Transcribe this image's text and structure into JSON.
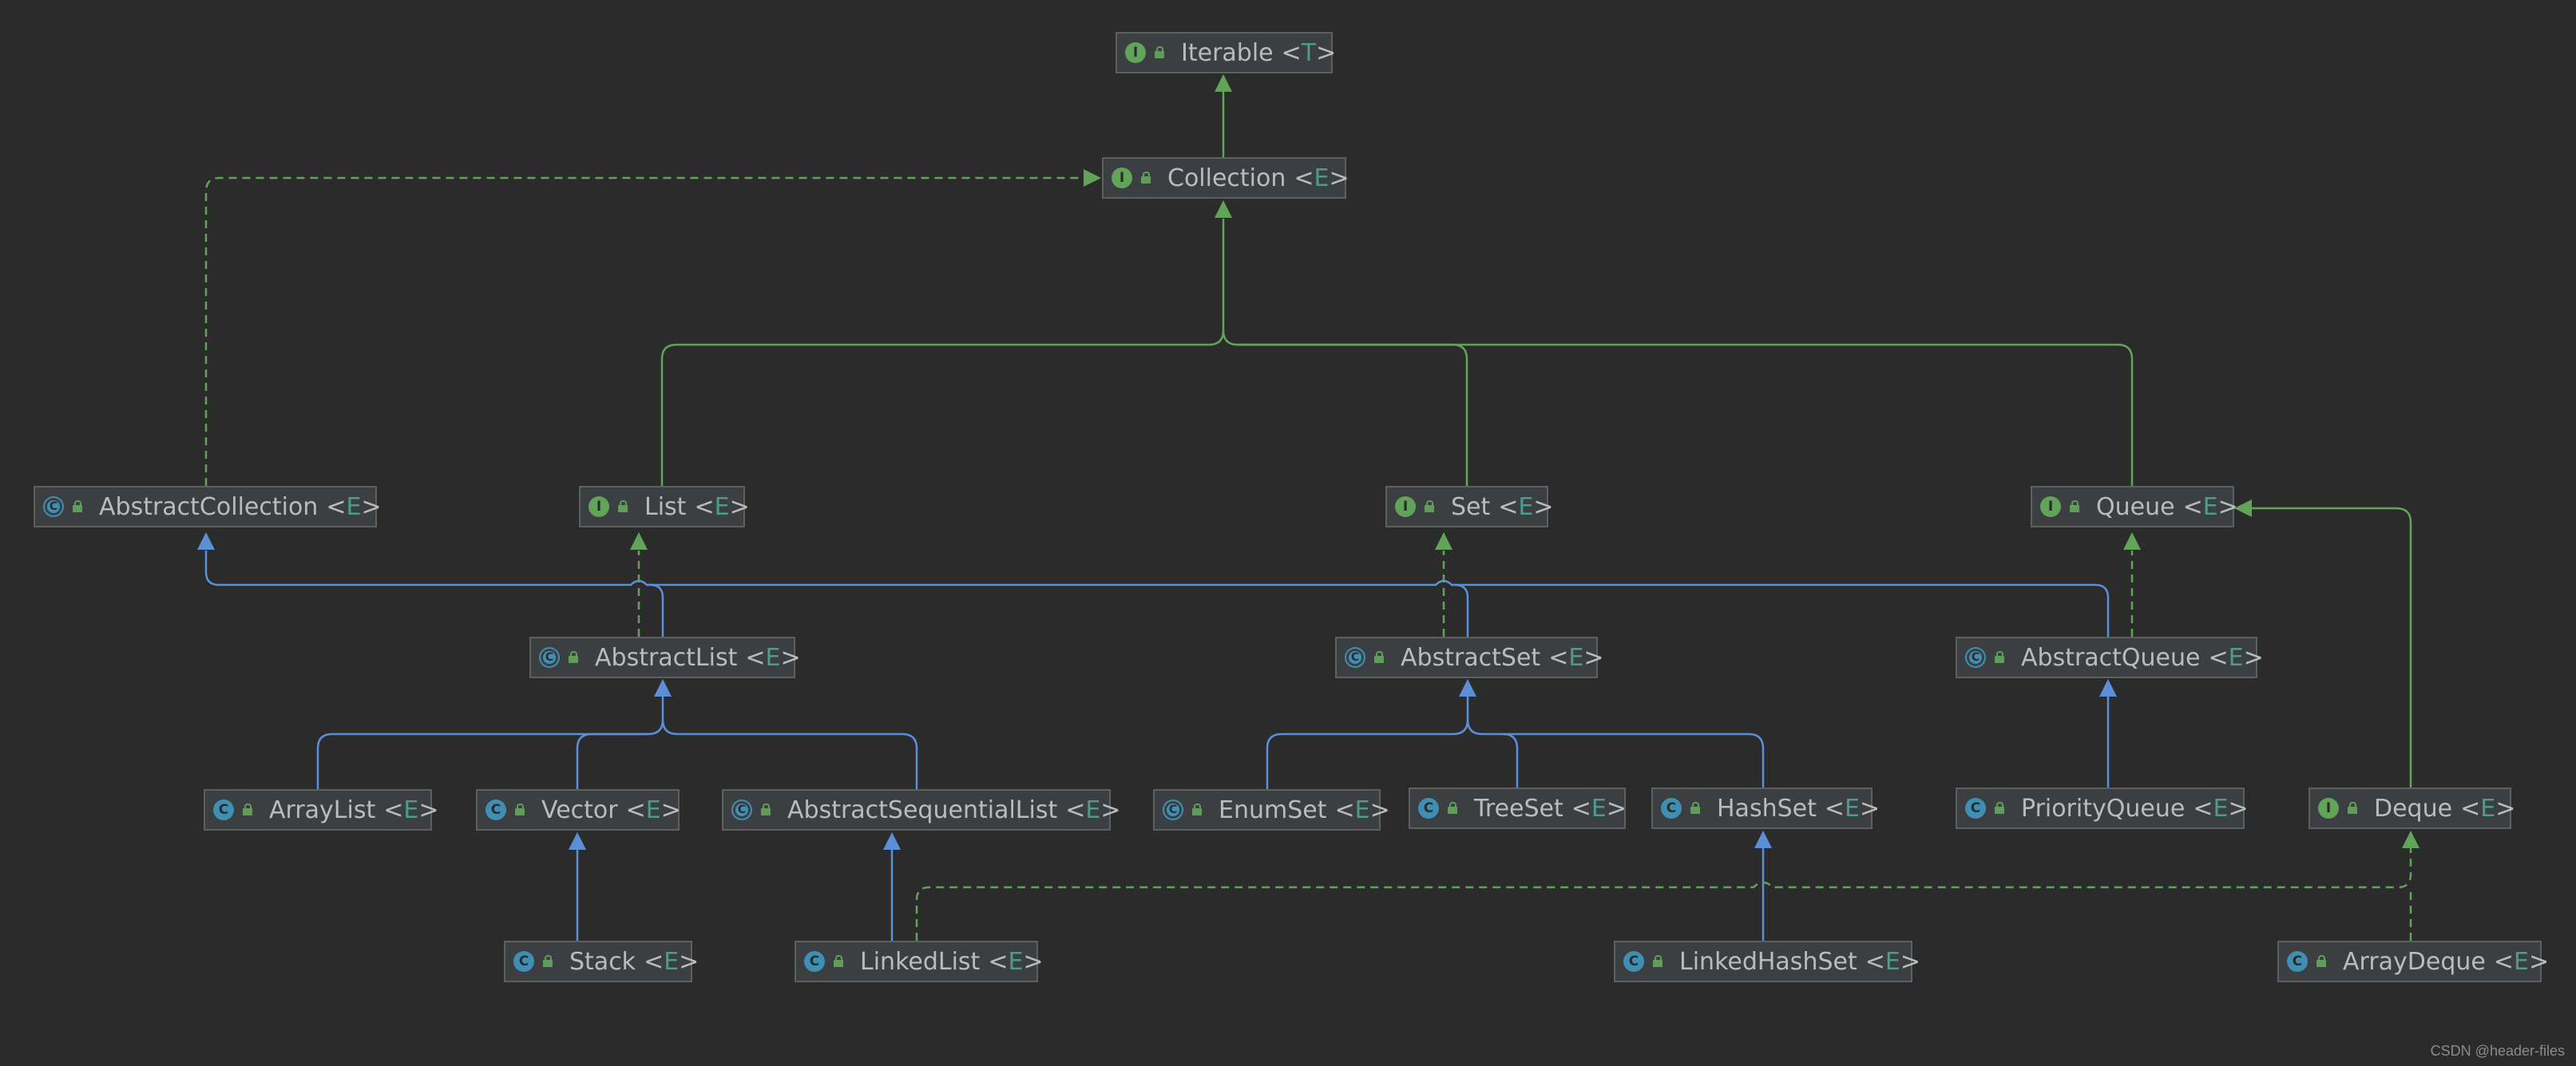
{
  "colors": {
    "background": "#2b2b2b",
    "node_fill": "#3c3f41",
    "node_border": "#5e6060",
    "text": "#bbbbbb",
    "type_param": "#4e9a8c",
    "interface_icon": "#62a35a",
    "class_icon": "#3f8fb4",
    "extends_interface_edge": "#62a35a",
    "extends_class_edge": "#5b8fd6",
    "implements_edge": "#62a35a"
  },
  "icon_names": {
    "interface": "interface-icon",
    "class": "class-icon",
    "abstract": "abstract-class-icon",
    "access": "unlocked-icon"
  },
  "nodes": [
    {
      "id": "iterable",
      "kind": "interface",
      "icon": "I",
      "name": "Iterable",
      "lt": "<",
      "type": "T",
      "gt": ">"
    },
    {
      "id": "collection",
      "kind": "interface",
      "icon": "I",
      "name": "Collection",
      "lt": "<",
      "type": "E",
      "gt": ">"
    },
    {
      "id": "abstractcollection",
      "kind": "abstract",
      "icon": "C",
      "name": "AbstractCollection",
      "lt": "<",
      "type": "E",
      "gt": ">"
    },
    {
      "id": "list",
      "kind": "interface",
      "icon": "I",
      "name": "List",
      "lt": "<",
      "type": "E",
      "gt": ">"
    },
    {
      "id": "set",
      "kind": "interface",
      "icon": "I",
      "name": "Set",
      "lt": "<",
      "type": "E",
      "gt": ">"
    },
    {
      "id": "queue",
      "kind": "interface",
      "icon": "I",
      "name": "Queue",
      "lt": "<",
      "type": "E",
      "gt": ">"
    },
    {
      "id": "abstractlist",
      "kind": "abstract",
      "icon": "C",
      "name": "AbstractList",
      "lt": "<",
      "type": "E",
      "gt": ">"
    },
    {
      "id": "abstractset",
      "kind": "abstract",
      "icon": "C",
      "name": "AbstractSet",
      "lt": "<",
      "type": "E",
      "gt": ">"
    },
    {
      "id": "abstractqueue",
      "kind": "abstract",
      "icon": "C",
      "name": "AbstractQueue",
      "lt": "<",
      "type": "E",
      "gt": ">"
    },
    {
      "id": "arraylist",
      "kind": "class",
      "icon": "C",
      "name": "ArrayList",
      "lt": "<",
      "type": "E",
      "gt": ">"
    },
    {
      "id": "vector",
      "kind": "class",
      "icon": "C",
      "name": "Vector",
      "lt": "<",
      "type": "E",
      "gt": ">"
    },
    {
      "id": "abstractsequentiallist",
      "kind": "abstract",
      "icon": "C",
      "name": "AbstractSequentialList",
      "lt": "<",
      "type": "E",
      "gt": ">"
    },
    {
      "id": "enumset",
      "kind": "abstract",
      "icon": "C",
      "name": "EnumSet",
      "lt": "<",
      "type": "E",
      "gt": ">"
    },
    {
      "id": "treeset",
      "kind": "class",
      "icon": "C",
      "name": "TreeSet",
      "lt": "<",
      "type": "E",
      "gt": ">"
    },
    {
      "id": "hashset",
      "kind": "class",
      "icon": "C",
      "name": "HashSet",
      "lt": "<",
      "type": "E",
      "gt": ">"
    },
    {
      "id": "priorityqueue",
      "kind": "class",
      "icon": "C",
      "name": "PriorityQueue",
      "lt": "<",
      "type": "E",
      "gt": ">"
    },
    {
      "id": "deque",
      "kind": "interface",
      "icon": "I",
      "name": "Deque",
      "lt": "<",
      "type": "E",
      "gt": ">"
    },
    {
      "id": "stack",
      "kind": "class",
      "icon": "C",
      "name": "Stack",
      "lt": "<",
      "type": "E",
      "gt": ">"
    },
    {
      "id": "linkedlist",
      "kind": "class",
      "icon": "C",
      "name": "LinkedList",
      "lt": "<",
      "type": "E",
      "gt": ">"
    },
    {
      "id": "linkedhashset",
      "kind": "class",
      "icon": "C",
      "name": "LinkedHashSet",
      "lt": "<",
      "type": "E",
      "gt": ">"
    },
    {
      "id": "arraydeque",
      "kind": "class",
      "icon": "C",
      "name": "ArrayDeque",
      "lt": "<",
      "type": "E",
      "gt": ">"
    }
  ],
  "edges": [
    {
      "from": "collection",
      "to": "iterable",
      "style": "extends-interface"
    },
    {
      "from": "list",
      "to": "collection",
      "style": "extends-interface"
    },
    {
      "from": "set",
      "to": "collection",
      "style": "extends-interface"
    },
    {
      "from": "queue",
      "to": "collection",
      "style": "extends-interface"
    },
    {
      "from": "abstractcollection",
      "to": "collection",
      "style": "implements"
    },
    {
      "from": "abstractlist",
      "to": "list",
      "style": "implements"
    },
    {
      "from": "abstractset",
      "to": "set",
      "style": "implements"
    },
    {
      "from": "abstractqueue",
      "to": "queue",
      "style": "implements"
    },
    {
      "from": "abstractlist",
      "to": "abstractcollection",
      "style": "extends-class"
    },
    {
      "from": "abstractset",
      "to": "abstractcollection",
      "style": "extends-class"
    },
    {
      "from": "abstractqueue",
      "to": "abstractcollection",
      "style": "extends-class"
    },
    {
      "from": "arraylist",
      "to": "abstractlist",
      "style": "extends-class"
    },
    {
      "from": "vector",
      "to": "abstractlist",
      "style": "extends-class"
    },
    {
      "from": "abstractsequentiallist",
      "to": "abstractlist",
      "style": "extends-class"
    },
    {
      "from": "stack",
      "to": "vector",
      "style": "extends-class"
    },
    {
      "from": "linkedlist",
      "to": "abstractsequentiallist",
      "style": "extends-class"
    },
    {
      "from": "linkedlist",
      "to": "deque",
      "style": "implements"
    },
    {
      "from": "enumset",
      "to": "abstractset",
      "style": "extends-class"
    },
    {
      "from": "treeset",
      "to": "abstractset",
      "style": "extends-class"
    },
    {
      "from": "hashset",
      "to": "abstractset",
      "style": "extends-class"
    },
    {
      "from": "linkedhashset",
      "to": "hashset",
      "style": "extends-class"
    },
    {
      "from": "priorityqueue",
      "to": "abstractqueue",
      "style": "extends-class"
    },
    {
      "from": "deque",
      "to": "queue",
      "style": "extends-interface"
    },
    {
      "from": "arraydeque",
      "to": "deque",
      "style": "implements"
    }
  ],
  "watermark": "CSDN @header-files"
}
